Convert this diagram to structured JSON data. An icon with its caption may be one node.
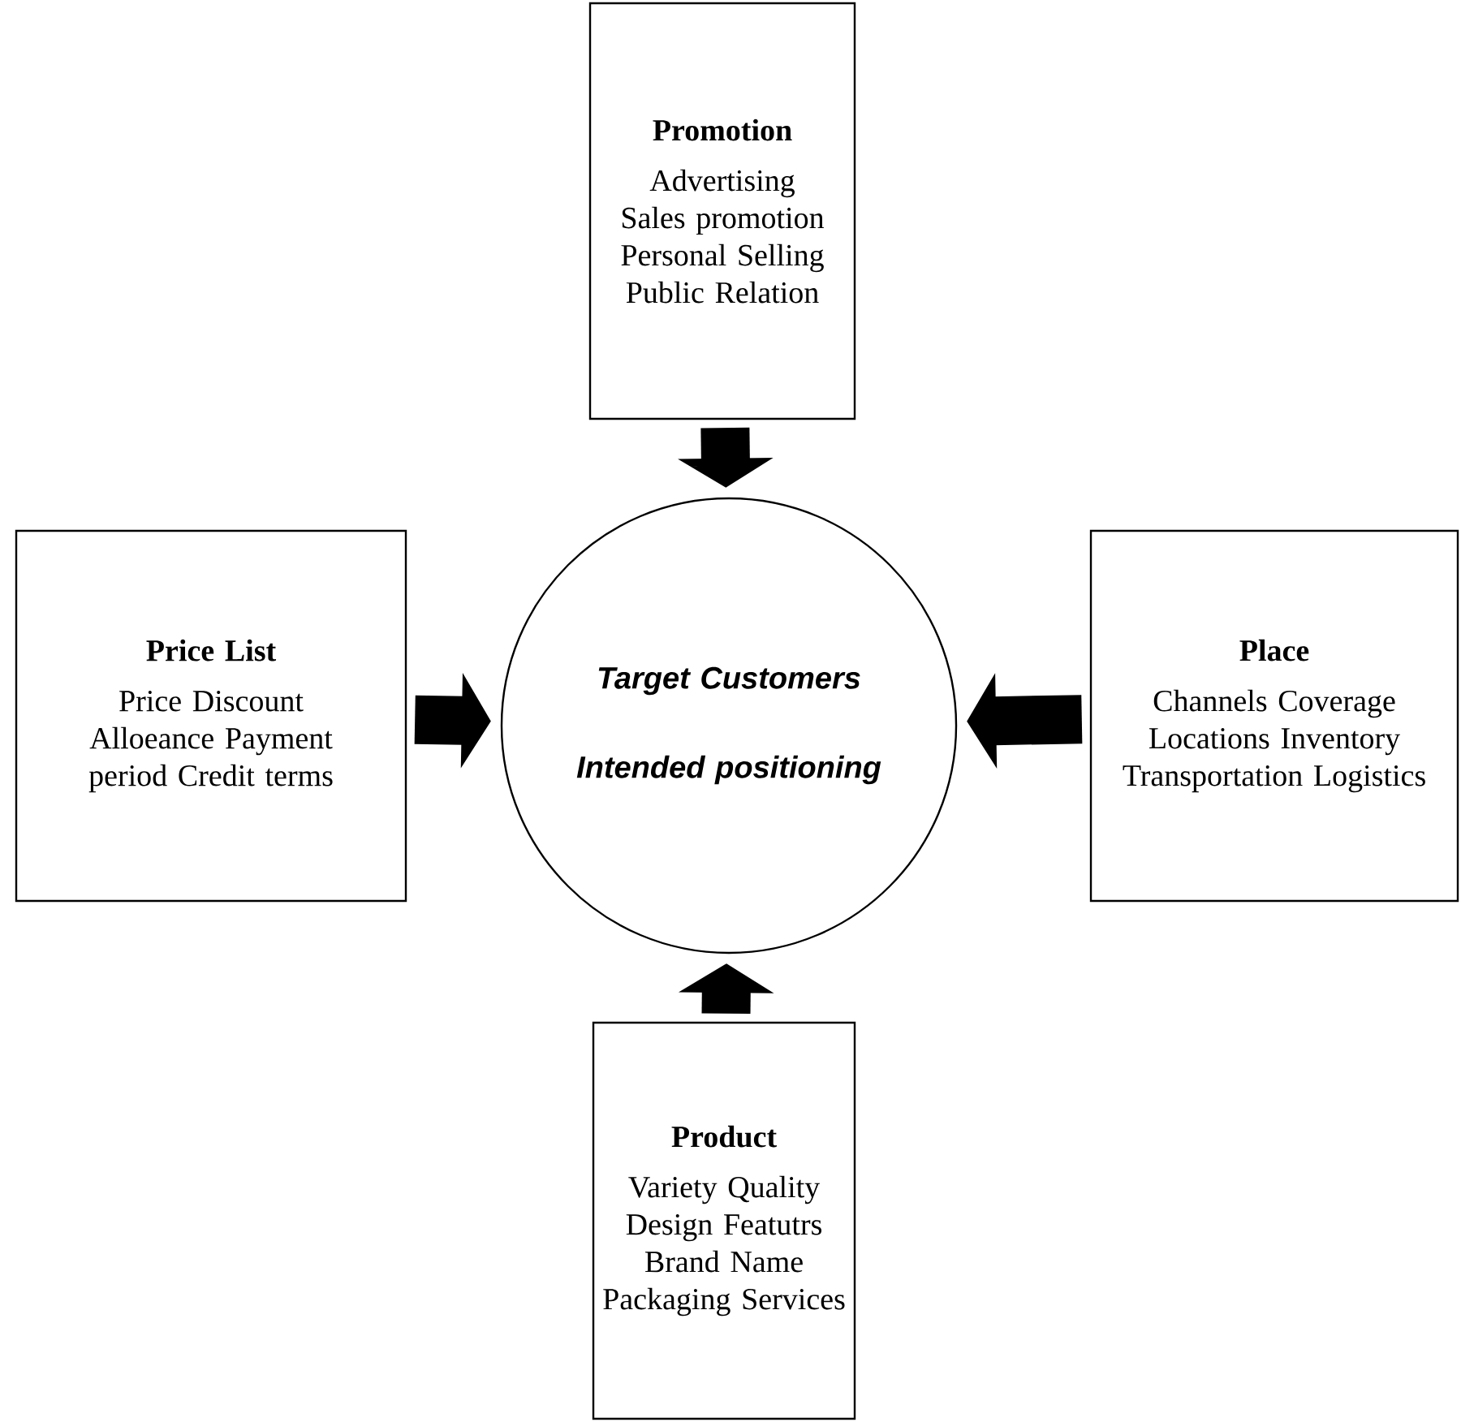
{
  "diagram": {
    "nodes": [
      {
        "text": [
          "Promotion",
          "Advertising Sales promotion Personal Selling Public Relation"
        ]
      },
      {
        "text": [
          "Price List",
          "Price Discount Alloeance Payment period Credit terms"
        ]
      },
      {
        "text": [
          "Target Customers",
          "Intended positioning"
        ]
      },
      {
        "text": [
          "Place",
          "Channels Coverage Locations Inventory Transportation Logistics"
        ]
      },
      {
        "text": [
          "Product",
          "Variety Quality Design Featutrs Brand Name Packaging Services"
        ]
      }
    ],
    "edges": [
      {
        "from": 0,
        "to": 2,
        "arrow": "to"
      },
      {
        "from": 1,
        "to": 2,
        "arrow": "to"
      },
      {
        "from": 3,
        "to": 2,
        "arrow": "to"
      },
      {
        "from": 4,
        "to": 2,
        "arrow": "to"
      }
    ]
  }
}
